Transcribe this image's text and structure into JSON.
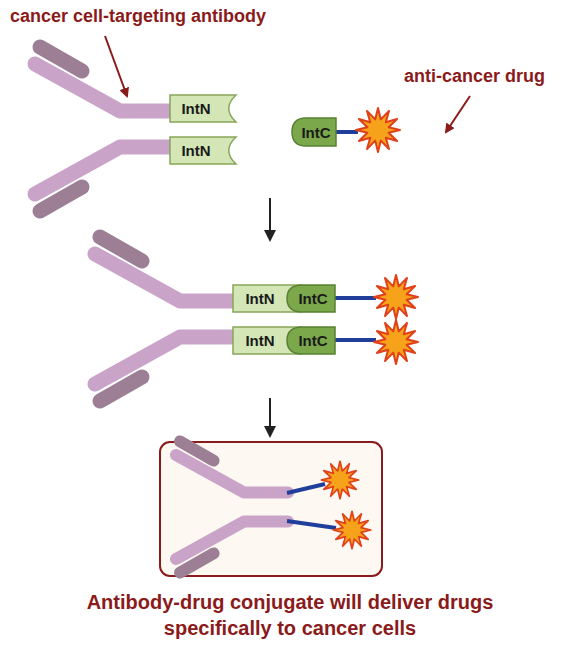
{
  "diagram": {
    "caption": "Antibody-drug conjugate will deliver drugs specifically to cancer cells",
    "nodes": [
      {
        "text": [
          "IntN"
        ]
      },
      {
        "text": [
          "IntC"
        ]
      },
      {
        "text": [
          "IntN"
        ]
      },
      {
        "text": [
          "IntN"
        ]
      },
      {
        "text": [
          "IntC"
        ]
      },
      {
        "text": [
          "IntN"
        ]
      },
      {
        "text": [
          "IntC"
        ]
      }
    ],
    "labels": [
      "cancer cell-targeting antibody",
      "anti-cancer drug"
    ]
  }
}
